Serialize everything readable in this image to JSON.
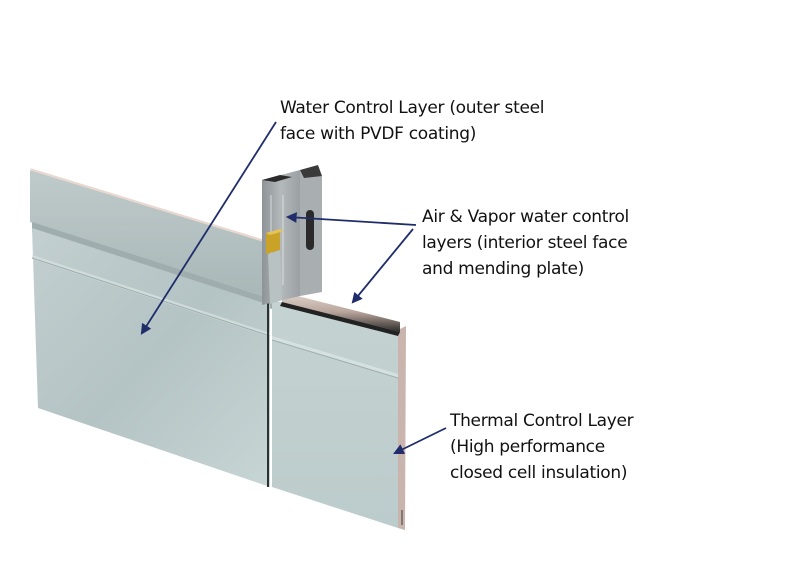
{
  "diagram": {
    "subject": "Insulated metal wall panel assembly",
    "callouts": [
      {
        "id": "water-control-layer",
        "lines": [
          "Water Control Layer (outer steel",
          "face with PVDF coating)"
        ]
      },
      {
        "id": "air-vapor-control-layers",
        "lines": [
          "Air & Vapor water control",
          "layers (interior steel face",
          "and mending plate)"
        ]
      },
      {
        "id": "thermal-control-layer",
        "lines": [
          "Thermal Control Layer",
          "(High performance",
          "closed cell insulation)"
        ]
      }
    ],
    "colors": {
      "arrow": "#1f2d6b",
      "panel_face": "#b9c7c8",
      "panel_face_light": "#cdd9d9",
      "panel_edge_insulation": "#c9b5ad",
      "steel_stud": "#9ea3a6",
      "gasket_yellow": "#c9a227",
      "text": "#111111"
    }
  }
}
